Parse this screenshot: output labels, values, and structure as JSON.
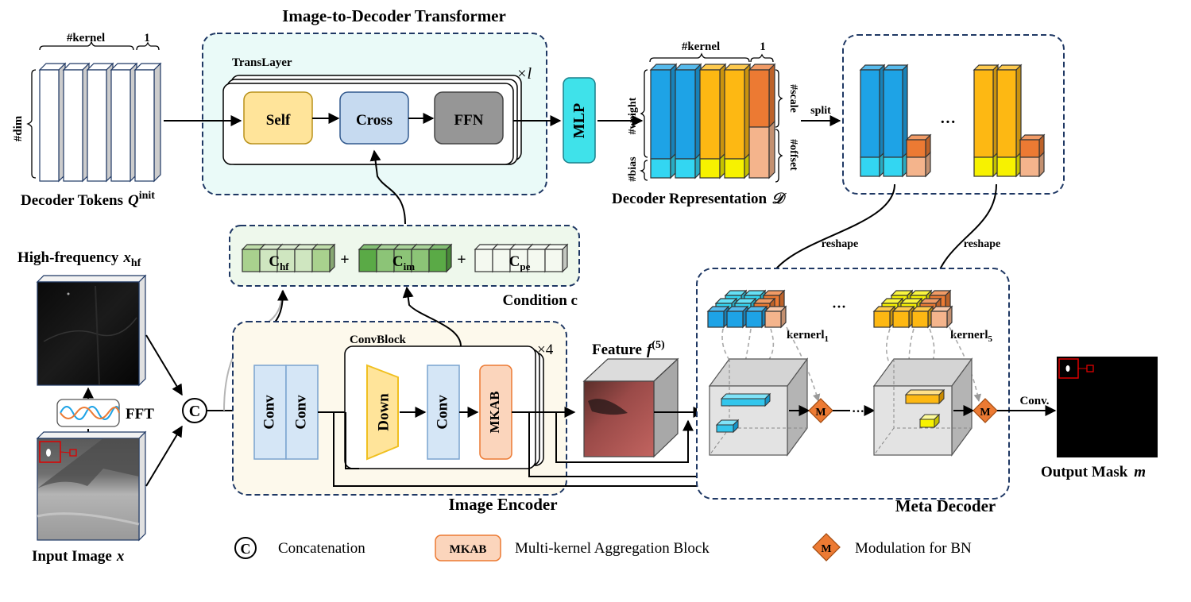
{
  "transformer": {
    "title": "Image-to-Decoder Transformer",
    "translayer": "TransLayer",
    "repeat": "×l",
    "self": "Self",
    "cross": "Cross",
    "ffn": "FFN"
  },
  "tokens": {
    "kernel_label": "#kernel",
    "one_label": "1",
    "dim_label": "#dim",
    "caption": "Decoder Tokens",
    "caption_math": "Q",
    "caption_sup": "init"
  },
  "mlp": "MLP",
  "repr": {
    "kernel_label": "#kernel",
    "one_label": "1",
    "weight_label": "#weight",
    "bias_label": "#bias",
    "scale_label": "#scale",
    "offset_label": "#offset",
    "caption": "Decoder Representation",
    "caption_math": "𝒟",
    "split": "split",
    "dots": "···"
  },
  "condition": {
    "c_hf": "C",
    "c_hf_sub": "hf",
    "c_im": "C",
    "c_im_sub": "im",
    "c_pe": "C",
    "c_pe_sub": "pe",
    "plus": "+",
    "caption": "Condition c"
  },
  "input": {
    "hf_caption": "High-frequency",
    "hf_math": "x",
    "hf_sub": "hf",
    "fft": "FFT",
    "concat_symbol": "C",
    "caption": "Input Image",
    "caption_math": "x"
  },
  "encoder": {
    "conv": "Conv",
    "convblock": "ConvBlock",
    "repeat": "×4",
    "down": "Down",
    "mkab": "MKAB",
    "caption": "Image Encoder"
  },
  "feature": {
    "caption": "Feature",
    "math": "f",
    "sup": "(5)"
  },
  "decoder": {
    "reshape": "reshape",
    "kernel1": "kernerl",
    "kernel1_sub": "1",
    "kernel5": "kernerl",
    "kernel5_sub": "5",
    "dots": "···",
    "m": "M",
    "caption": "Meta Decoder"
  },
  "output": {
    "conv": "Conv.",
    "caption": "Output Mask",
    "math": "m"
  },
  "legend": {
    "concat_symbol": "C",
    "concat": "Concatenation",
    "mkab_symbol": "MKAB",
    "mkab": "Multi-kernel  Aggregation Block",
    "m_symbol": "M",
    "m": "Modulation for BN"
  },
  "colors": {
    "blue": "#1ea3e6",
    "cyan": "#33d6f2",
    "gold": "#fdb813",
    "yellow": "#f7f200",
    "orange": "#ec7a33",
    "peach": "#f4b48c",
    "green_dark": "#5aaa46",
    "green_light": "#a9d18e",
    "teal_bg": "#eafaf8",
    "mint_bg": "#eef8ec",
    "cream_bg": "#fdf9ec",
    "self_fill": "#ffe49a",
    "cross_fill": "#c6daf0",
    "ffn_fill": "#969696",
    "mlp_fill": "#3fe2ea",
    "conv_fill": "#d5e6f6",
    "mkab_fill": "#fbd5bc",
    "m_fill": "#ec7a33"
  }
}
